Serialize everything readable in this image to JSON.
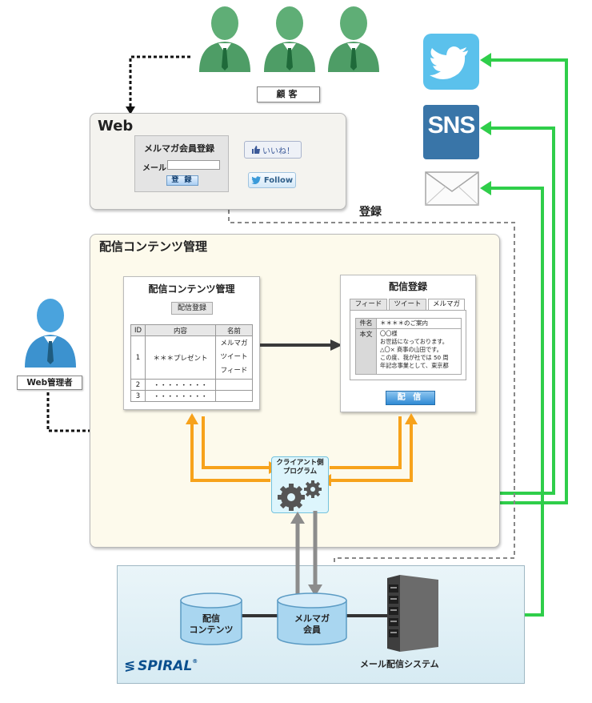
{
  "customer_label": "顧客",
  "web": {
    "title": "Web",
    "form_title": "メルマガ会員登録",
    "mail_label": "メール",
    "register_button": "登 録",
    "like_button": "いいね！",
    "follow_button": "Follow"
  },
  "register_flow_label": "登録",
  "admin_label": "Web管理者",
  "management": {
    "title": "配信コンテンツ管理",
    "list_doc": {
      "title": "配信コンテンツ管理",
      "button": "配信登録",
      "headers": [
        "ID",
        "内容",
        "名前"
      ],
      "rows": [
        {
          "id": "1",
          "content": "＊＊＊プレゼント",
          "names": [
            "メルマガ",
            "ツイート",
            "フィード"
          ]
        },
        {
          "id": "2",
          "content": "・・・・・・・・",
          "names": []
        },
        {
          "id": "3",
          "content": "・・・・・・・・",
          "names": []
        }
      ]
    },
    "register_doc": {
      "title": "配信登録",
      "tabs": [
        "フィード",
        "ツイート",
        "メルマガ"
      ],
      "active_tab": "メルマガ",
      "subject_key": "件名",
      "subject_value": "＊＊＊＊のご案内",
      "body_key": "本文",
      "body_lines": [
        "〇〇様",
        "お世話になっております。",
        "△〇× 商事の山田です。",
        "この度、我が社では 50 周",
        "年記念事業として、東京都"
      ],
      "send_button": "配 信"
    }
  },
  "client_program": "クライアント側\nプログラム",
  "spiral": {
    "db_contents": "配信\nコンテンツ",
    "db_members": "メルマガ\n会員",
    "mail_system": "メール配信システム",
    "logo": "SPIRAL",
    "logo_mark": "®"
  },
  "sns_icon_text": "SNS",
  "colors": {
    "green_arrow": "#2fce4a",
    "orange_arrow": "#f7a21b",
    "gray_arrow": "#8c8c8c",
    "dashed": "#8a8a8a",
    "person_green": "#5fae76",
    "person_blue": "#4aa3dd"
  },
  "icons": [
    "customer-person-icon",
    "admin-person-icon",
    "twitter-icon",
    "sns-icon",
    "email-envelope-icon",
    "gear-icon",
    "server-icon",
    "database-icon"
  ]
}
